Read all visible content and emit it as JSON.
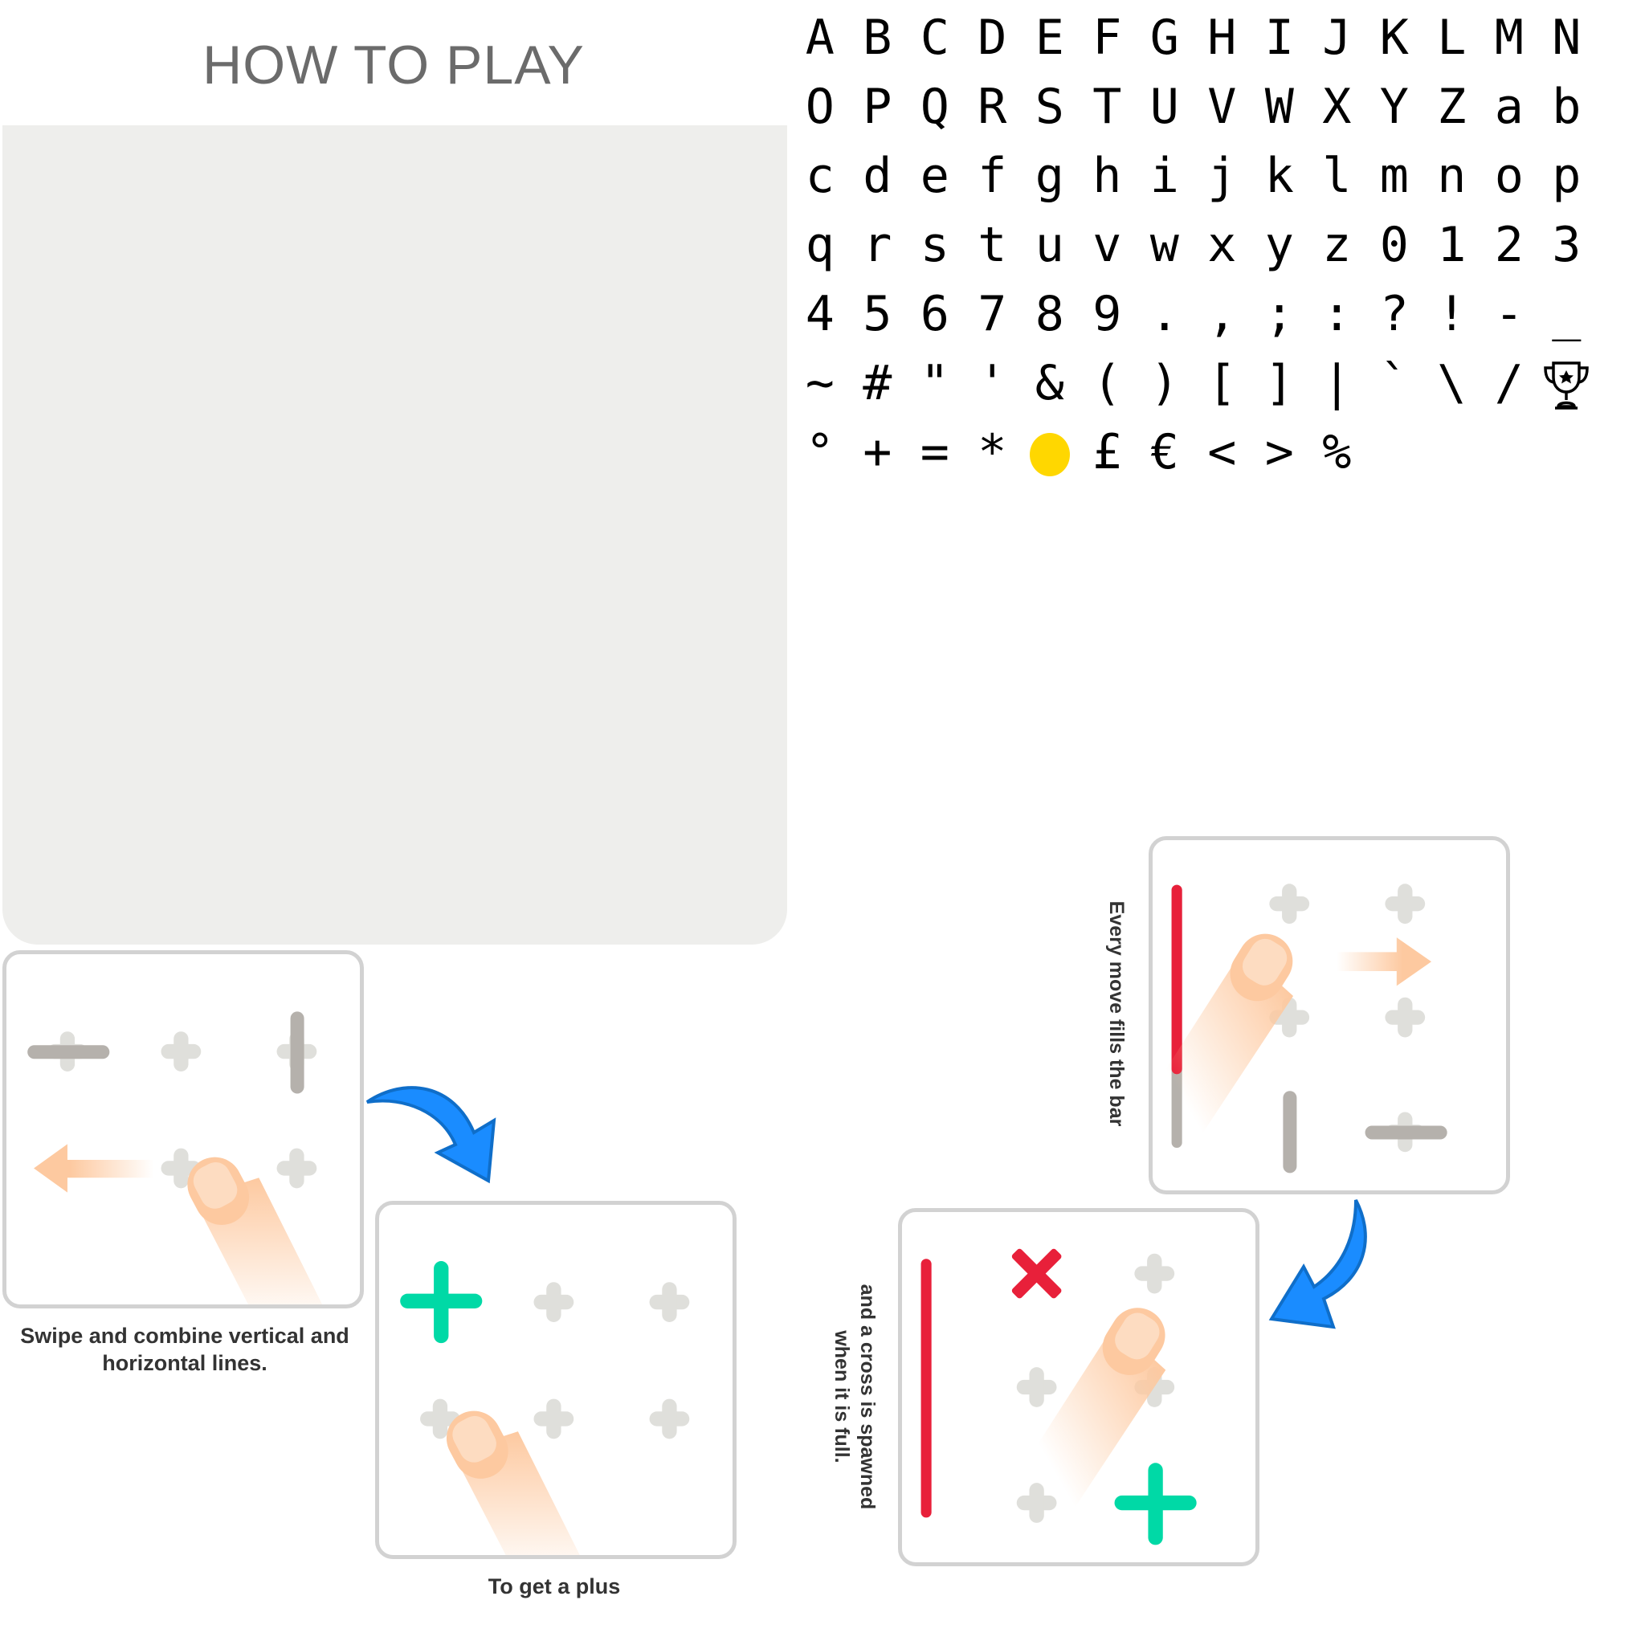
{
  "header": {
    "title": "HOW TO PLAY"
  },
  "atlas": {
    "rows": [
      [
        "A",
        "B",
        "C",
        "D",
        "E",
        "F",
        "G",
        "H",
        "I",
        "J",
        "K",
        "L",
        "M",
        "N"
      ],
      [
        "O",
        "P",
        "Q",
        "R",
        "S",
        "T",
        "U",
        "V",
        "W",
        "X",
        "Y",
        "Z",
        "a",
        "b"
      ],
      [
        "c",
        "d",
        "e",
        "f",
        "g",
        "h",
        "i",
        "j",
        "k",
        "l",
        "m",
        "n",
        "o",
        "p"
      ],
      [
        "q",
        "r",
        "s",
        "t",
        "u",
        "v",
        "w",
        "x",
        "y",
        "z",
        "0",
        "1",
        "2",
        "3"
      ],
      [
        "4",
        "5",
        "6",
        "7",
        "8",
        "9",
        ".",
        ",",
        ";",
        ":",
        "?",
        "!",
        "-",
        "_"
      ],
      [
        "~",
        "#",
        "\"",
        "'",
        "&",
        "(",
        ")",
        "[",
        "]",
        "|",
        "`",
        "\\",
        "/",
        {
          "icon": "trophy-icon"
        }
      ],
      [
        "°",
        "+",
        "=",
        "*",
        {
          "icon": "coin-icon"
        },
        "£",
        "€",
        "<",
        ">",
        "%"
      ]
    ]
  },
  "tutorial": {
    "step1_caption": "Swipe and combine vertical and horizontal lines.",
    "step2_caption": "To get a plus",
    "step3_caption": "Every move fills the bar",
    "step4_caption": "and a cross is spawned when it is full."
  },
  "colors": {
    "accent_blue": "#1a8cff",
    "green": "#00d9a6",
    "red": "#e8203a",
    "gray_line": "#b5b1ac",
    "light_plus": "#dfdfdb",
    "peach": "#fdc9a0",
    "coin": "#ffd700"
  }
}
